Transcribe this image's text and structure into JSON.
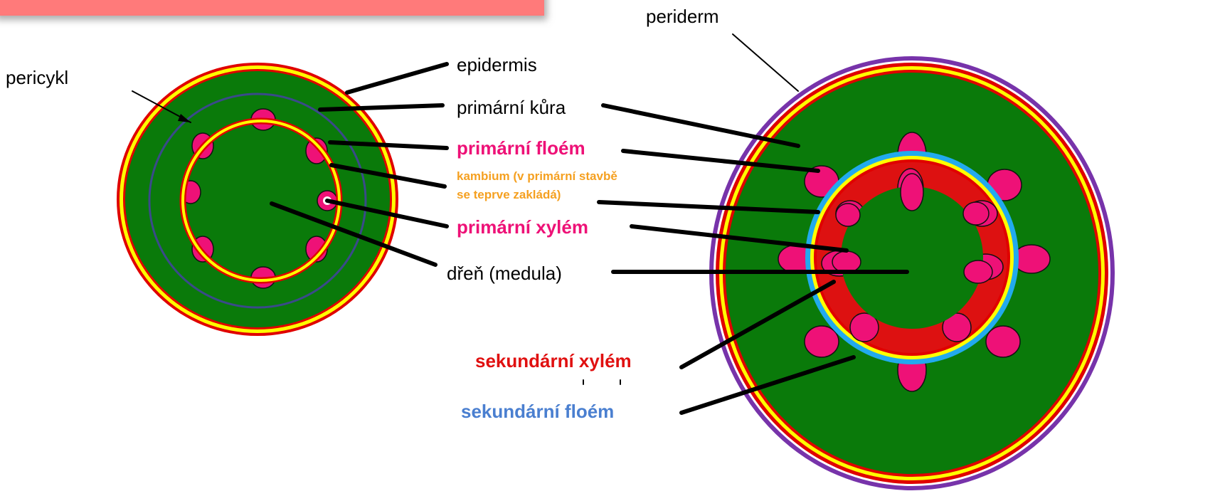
{
  "labels": {
    "periderm": "periderm",
    "pericykl": "pericykl",
    "epidermis": "epidermis",
    "primarni_kura": "primární kůra",
    "primarni_floem": "primární floém",
    "kambium_line1": "kambium (v primární stavbě",
    "kambium_line2": "se teprve zakládá)",
    "primarni_xylem": "primární xylém",
    "dren": "dřeň (medula)",
    "sekundarni_xylem": "sekundární xylém",
    "sekundarni_floem": "sekundární floém"
  },
  "colors": {
    "cortex_green": "#0a7a0a",
    "epidermis_yellow": "#ffff00",
    "epidermis_red": "#e00000",
    "phloem_pink": "#ee1177",
    "xylem_red": "#dd1111",
    "cambium_blue": "#22aaee",
    "periderm_purple": "#7733aa",
    "pericycle_navy": "#3a4a8a",
    "header_banner": "#ff7a7a",
    "label_pink": "#ee1177",
    "label_orange": "#f5a020",
    "label_red": "#e01010",
    "label_blue": "#4a7fd0"
  }
}
